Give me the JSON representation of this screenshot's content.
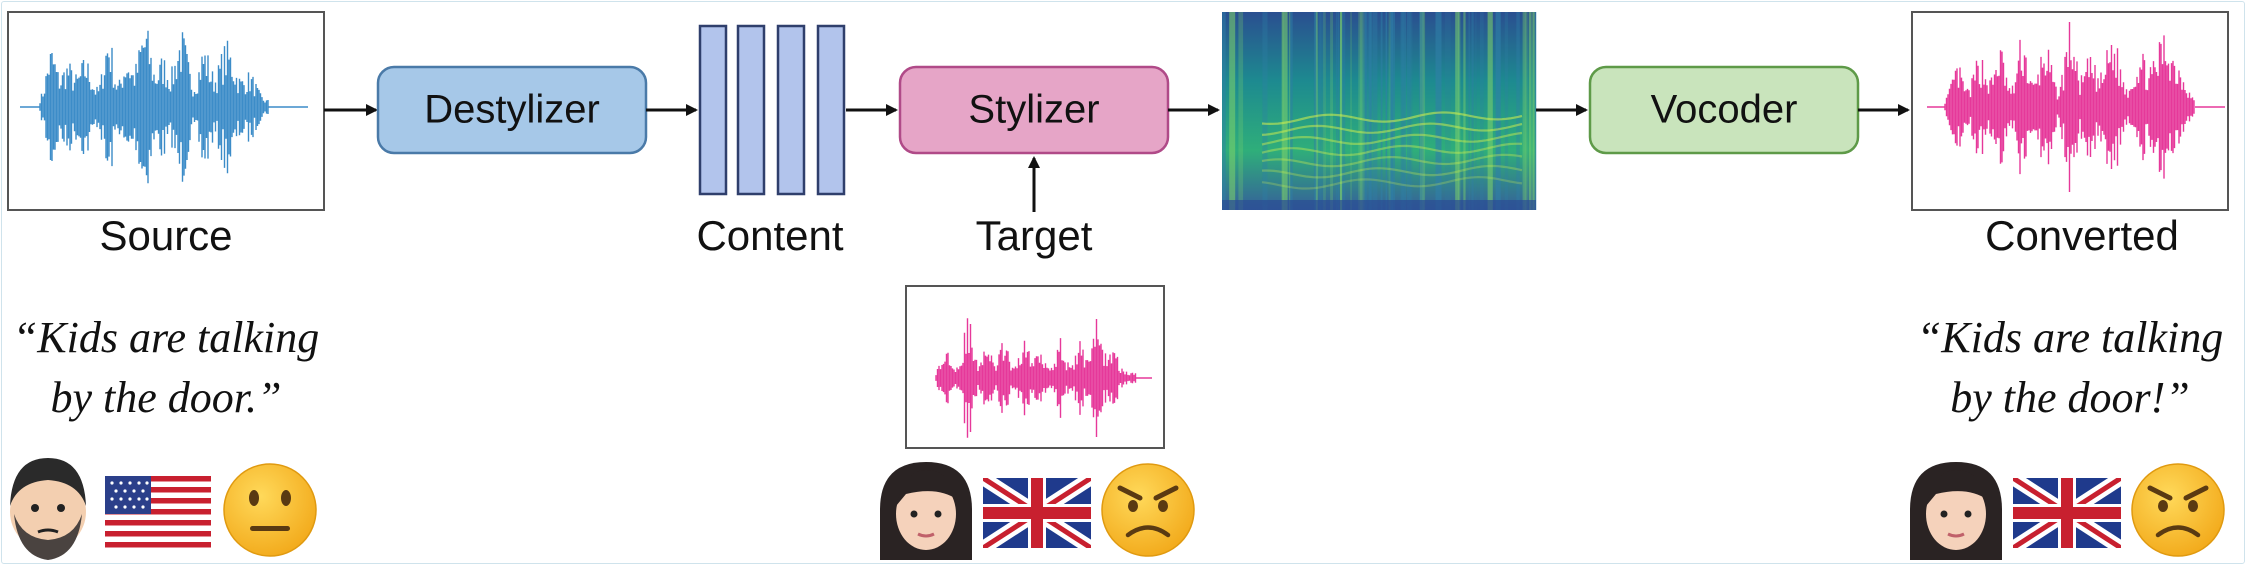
{
  "labels": {
    "source": "Source",
    "content": "Content",
    "target": "Target",
    "converted": "Converted"
  },
  "blocks": {
    "destylizer": "Destylizer",
    "stylizer": "Stylizer",
    "vocoder": "Vocoder"
  },
  "quotes": {
    "source_line1": "“Kids are talking",
    "source_line2": "by the door.”",
    "converted_line1": "“Kids are talking",
    "converted_line2": "by the door!”"
  },
  "colors": {
    "destylizer_fill": "#a6c8e8",
    "destylizer_stroke": "#4a7aa8",
    "stylizer_fill": "#e6a5c7",
    "stylizer_stroke": "#b04a88",
    "vocoder_fill": "#c9e4bc",
    "vocoder_stroke": "#5e9a48",
    "content_fill": "#b2c4ec",
    "content_stroke": "#2f3f6c",
    "source_wave": "#3c8cc8",
    "target_wave": "#e6389a",
    "converted_wave": "#e6389a"
  },
  "emojis": {
    "source": [
      "man-beard-emoji",
      "us-flag-emoji",
      "neutral-face-emoji"
    ],
    "target": [
      "woman-emoji",
      "uk-flag-emoji",
      "angry-face-emoji"
    ],
    "converted": [
      "woman-emoji",
      "uk-flag-emoji",
      "angry-face-emoji"
    ]
  }
}
